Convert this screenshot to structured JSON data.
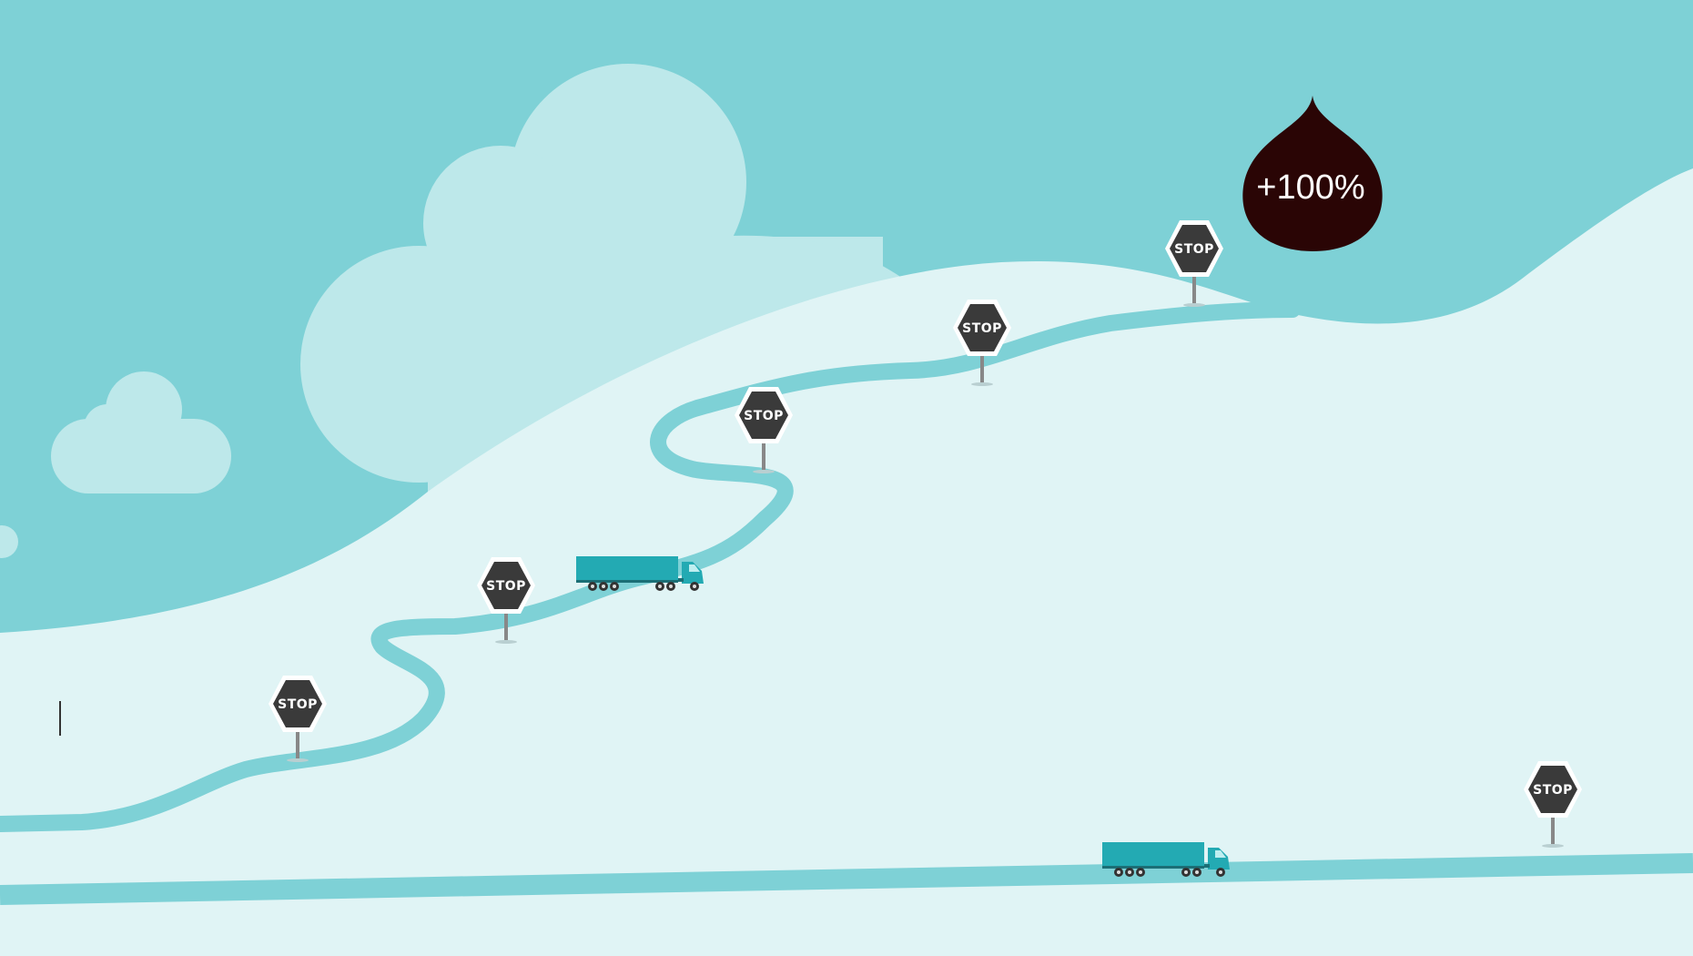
{
  "illustration": {
    "badge": {
      "label": "+100%",
      "color": "#2a0505"
    },
    "stop_signs": [
      {
        "label": "STOP",
        "route": "winding"
      },
      {
        "label": "STOP",
        "route": "winding"
      },
      {
        "label": "STOP",
        "route": "winding"
      },
      {
        "label": "STOP",
        "route": "winding"
      },
      {
        "label": "STOP",
        "route": "winding"
      },
      {
        "label": "STOP",
        "route": "straight"
      }
    ],
    "trucks": [
      {
        "icon": "truck-icon",
        "route": "winding"
      },
      {
        "icon": "truck-icon",
        "route": "straight"
      }
    ],
    "colors": {
      "sky": "#7ed1d6",
      "cloud": "#bde8ea",
      "hill": "#e0f4f5",
      "road": "#7ed1d6",
      "truck": "#23aab3",
      "sign": "#3a3a3a"
    }
  }
}
